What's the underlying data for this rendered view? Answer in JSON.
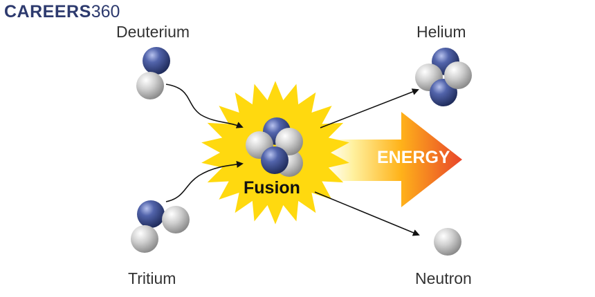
{
  "brand": {
    "name_part1": "CAREERS",
    "name_part2": "360",
    "color": "#2d3a6e"
  },
  "labels": {
    "deuterium": "Deuterium",
    "tritium": "Tritium",
    "helium": "Helium",
    "neutron": "Neutron",
    "fusion": "Fusion",
    "energy": "ENERGY"
  },
  "colors": {
    "proton": "#3d4d8f",
    "neutron": "#bdbdbd",
    "burst": "#ffd90f",
    "energy_arrow_start": "#fff7c0",
    "energy_arrow_mid": "#ffb31a",
    "energy_arrow_end": "#e8452a",
    "arrows": "#111111"
  }
}
